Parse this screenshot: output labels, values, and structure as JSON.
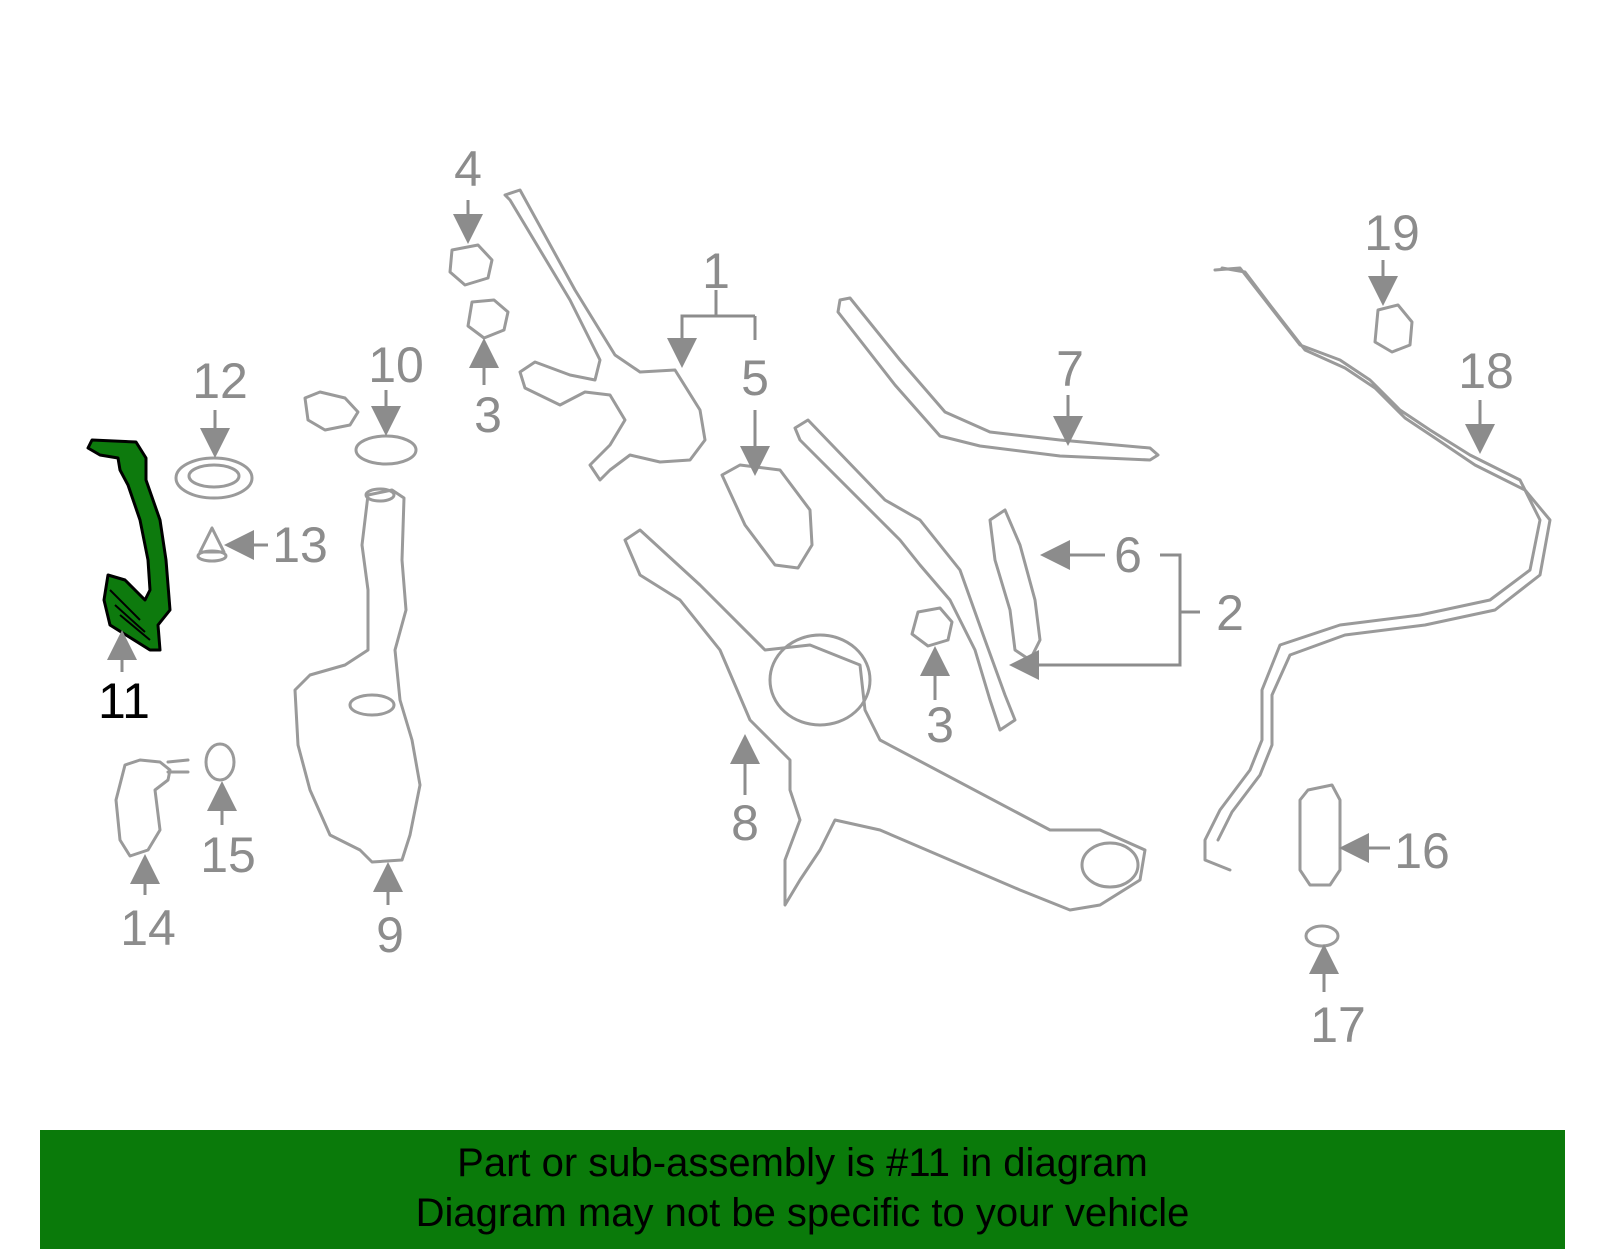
{
  "diagram": {
    "callouts": [
      "1",
      "2",
      "3",
      "3",
      "4",
      "5",
      "6",
      "7",
      "8",
      "9",
      "10",
      "11",
      "12",
      "13",
      "14",
      "15",
      "16",
      "17",
      "18",
      "19"
    ],
    "highlighted_part": "11",
    "colors": {
      "highlight": "#0d7a0d",
      "banner": "#0a7a0a",
      "parts": "#9a9a9a"
    }
  },
  "banner": {
    "line1": "Part or sub-assembly is #11 in diagram",
    "line2": "Diagram may not be specific to your vehicle"
  }
}
